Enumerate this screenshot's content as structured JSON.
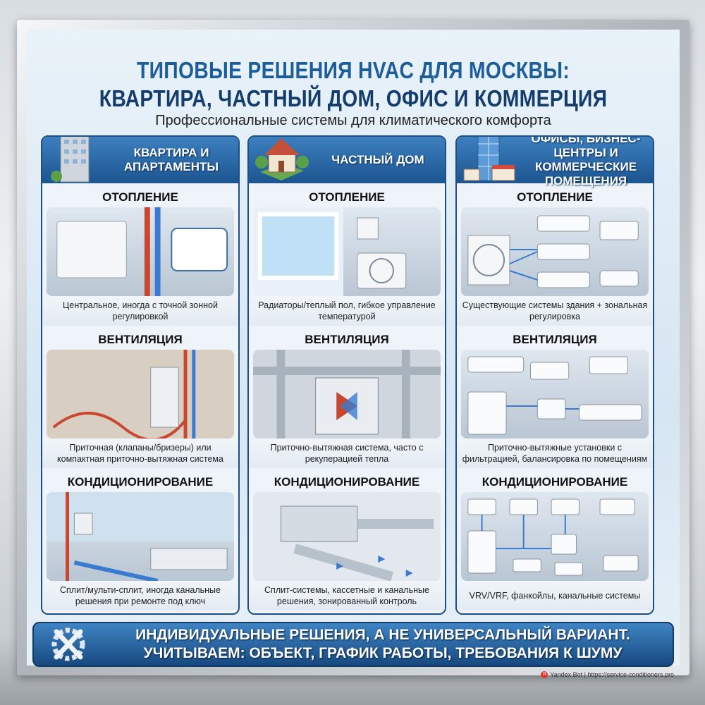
{
  "title": {
    "line1": "ТИПОВЫЕ РЕШЕНИЯ HVAC ДЛЯ МОСКВЫ:",
    "line2": "КВАРТИРА, ЧАСТНЫЙ ДОМ, ОФИС И КОММЕРЦИЯ"
  },
  "subtitle": "Профессиональные системы для климатического комфорта",
  "columns": [
    {
      "title": "КВАРТИРА И АПАРТАМЕНТЫ",
      "icon": "apartment-building-icon",
      "sections": [
        {
          "heading": "ОТОПЛЕНИЕ",
          "caption": "Центральное, иногда с точной зонной регулировкой"
        },
        {
          "heading": "ВЕНТИЛЯЦИЯ",
          "caption": "Приточная (клапаны/бризеры) или компактная приточно-вытяжная система"
        },
        {
          "heading": "КОНДИЦИОНИРОВАНИЕ",
          "caption": "Сплит/мульти-сплит, иногда канальные решения при ремонте под ключ"
        }
      ]
    },
    {
      "title": "ЧАСТНЫЙ ДОМ",
      "icon": "house-icon",
      "sections": [
        {
          "heading": "ОТОПЛЕНИЕ",
          "caption": "Радиаторы/теплый пол, гибкое управление температурой"
        },
        {
          "heading": "ВЕНТИЛЯЦИЯ",
          "caption": "Приточно-вытяжная система, часто с рекуперацией тепла"
        },
        {
          "heading": "КОНДИЦИОНИРОВАНИЕ",
          "caption": "Сплит-системы, кассетные и канальные решения, зонированный контроль"
        }
      ]
    },
    {
      "title": "ОФИСЫ, БИЗНЕС-ЦЕНТРЫ И КОММЕРЧЕСКИЕ ПОМЕЩЕНИЯ",
      "icon": "office-building-icon",
      "sections": [
        {
          "heading": "ОТОПЛЕНИЕ",
          "caption": "Существующие системы здания + зональная регулировка"
        },
        {
          "heading": "ВЕНТИЛЯЦИЯ",
          "caption": "Приточно-вытяжные установки с фильтрацией, балансировка по помещениям"
        },
        {
          "heading": "КОНДИЦИОНИРОВАНИЕ",
          "caption": "VRV/VRF, фанкойлы, канальные системы"
        }
      ]
    }
  ],
  "banner": {
    "line1": "ИНДИВИДУАЛЬНЫЕ РЕШЕНИЯ, А НЕ УНИВЕРСАЛЬНЫЙ ВАРИАНТ.",
    "line2": "УЧИТЫВАЕМ: ОБЪЕКТ, ГРАФИК РАБОТЫ, ТРЕБОВАНИЯ К ШУМУ",
    "icon": "wrench-gear-icon"
  },
  "credit": {
    "logo": "Я",
    "text": "Yandex.Bot | https://service-conditioners.pro"
  },
  "colors": {
    "dark_blue": "#143d6e",
    "header_blue": "#1c5590",
    "hot_pipe": "#c9472f",
    "cold_pipe": "#3a7ad0"
  }
}
